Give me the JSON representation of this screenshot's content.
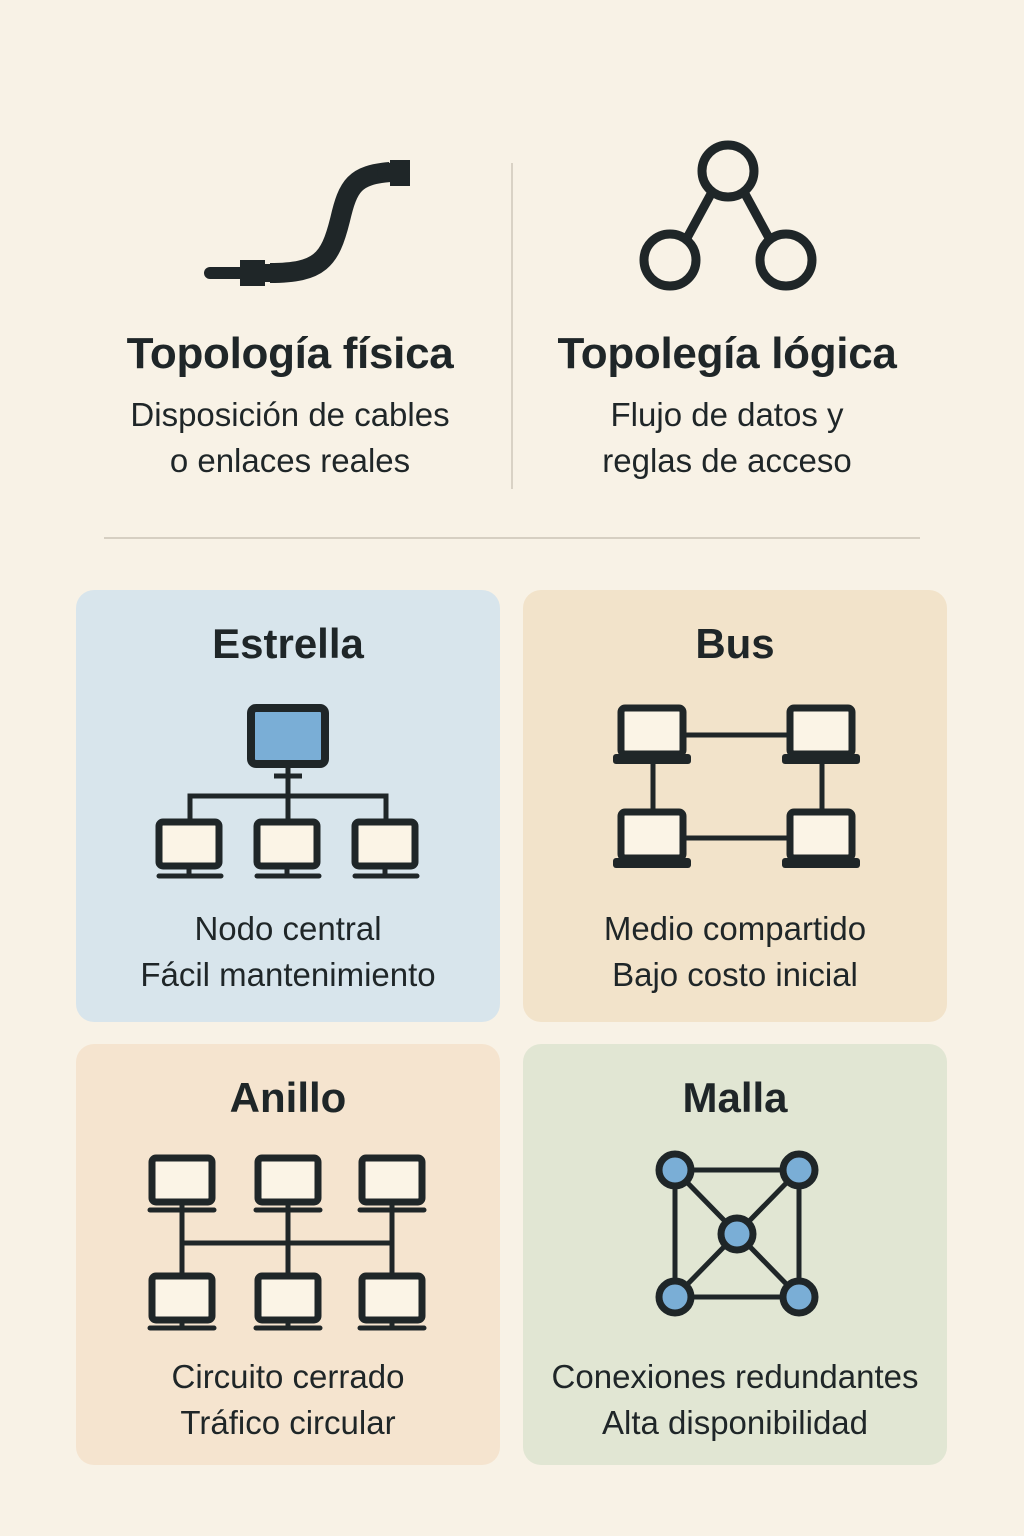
{
  "header": {
    "physical": {
      "icon": "cable-icon",
      "title": "Topología física",
      "desc_line1": "Disposición de cables",
      "desc_line2": "o enlaces reales"
    },
    "logical": {
      "icon": "network-nodes-icon",
      "title": "Topolegía lógica",
      "desc_line1": "Flujo de datos y",
      "desc_line2": "reglas de acceso"
    }
  },
  "cards": [
    {
      "title": "Estrella",
      "line1": "Nodo central",
      "line2": "Fácil mantenimiento",
      "bg": "#d8e5ec",
      "icon": "star-topology-icon"
    },
    {
      "title": "Bus",
      "line1": "Medio compartido",
      "line2": "Bajo costo inicial",
      "bg": "#f2e3ca",
      "icon": "bus-topology-icon"
    },
    {
      "title": "Anillo",
      "line1": "Circuito cerrado",
      "line2": "Tráfico circular",
      "bg": "#f5e4cf",
      "icon": "ring-topology-icon"
    },
    {
      "title": "Malla",
      "line1": "Conexiones redundantes",
      "line2": "Alta disponibilidad",
      "bg": "#e1e6d3",
      "icon": "mesh-topology-icon"
    }
  ],
  "colors": {
    "background": "#f8f2e6",
    "ink": "#1f2628",
    "accent_blue": "#7aaed6",
    "screen_fill": "#fbf4e6",
    "divider": "#d6cfc2"
  }
}
